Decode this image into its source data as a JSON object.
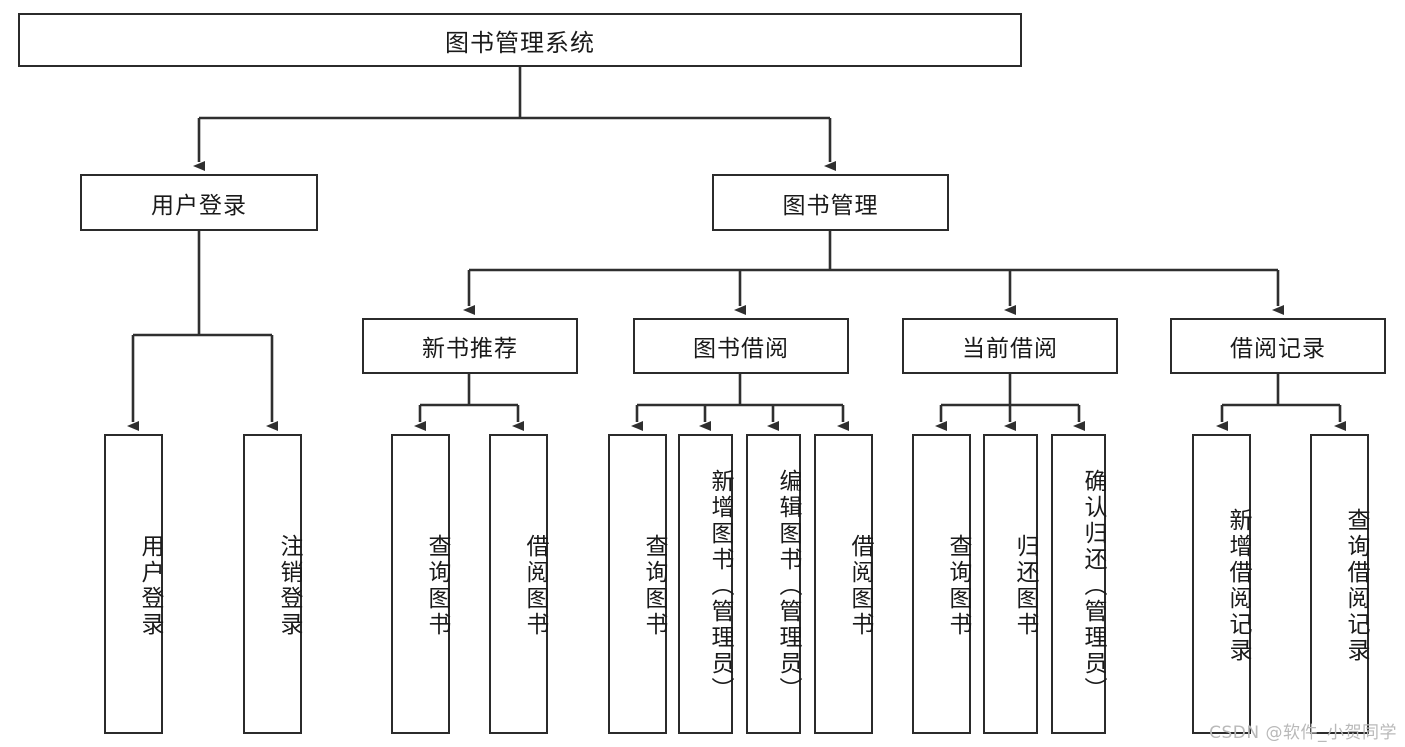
{
  "diagram": {
    "title": "图书管理系统",
    "type": "functional-structure-tree",
    "orientation": "top-down",
    "levels": 4
  },
  "nodes": {
    "root": {
      "label": "图书管理系统"
    },
    "level2": [
      {
        "label": "用户登录"
      },
      {
        "label": "图书管理"
      }
    ],
    "level3": [
      {
        "label": "新书推荐"
      },
      {
        "label": "图书借阅"
      },
      {
        "label": "当前借阅"
      },
      {
        "label": "借阅记录"
      }
    ],
    "leaves_user_login": [
      {
        "label": "用户登录"
      },
      {
        "label": "注销登录"
      }
    ],
    "leaves_new_book": [
      {
        "label": "查询图书"
      },
      {
        "label": "借阅图书"
      }
    ],
    "leaves_borrow": [
      {
        "label": "查询图书"
      },
      {
        "label": "新增图书（管理员）"
      },
      {
        "label": "编辑图书（管理员）"
      },
      {
        "label": "借阅图书"
      }
    ],
    "leaves_current": [
      {
        "label": "查询图书"
      },
      {
        "label": "归还图书"
      },
      {
        "label": "确认归还（管理员）"
      }
    ],
    "leaves_records": [
      {
        "label": "新增借阅记录"
      },
      {
        "label": "查询借阅记录"
      }
    ]
  },
  "watermark": {
    "text": "CSDN @软件_小贺同学"
  },
  "colors": {
    "box_border": "#2b2b2b",
    "box_fill": "#ffffff",
    "edge": "#2f2f2f",
    "text": "#1a1a1a",
    "watermark": "#b9b9b9",
    "background": "#ffffff"
  }
}
